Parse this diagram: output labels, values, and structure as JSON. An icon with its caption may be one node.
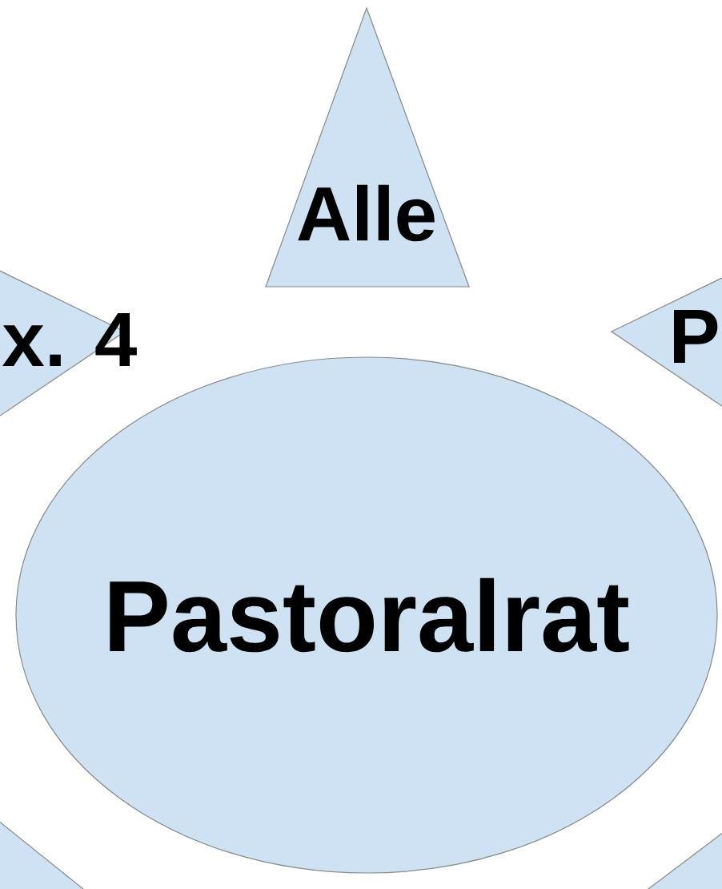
{
  "diagram": {
    "nodes": [
      {
        "text": [
          "Alle"
        ]
      },
      {
        "text": [
          "x. 4"
        ]
      },
      {
        "text": [
          "P"
        ]
      },
      {
        "text": [
          "Pastoralrat"
        ]
      },
      {
        "text": [],
        "shape": "triangle"
      },
      {
        "text": [],
        "shape": "triangle"
      }
    ]
  }
}
